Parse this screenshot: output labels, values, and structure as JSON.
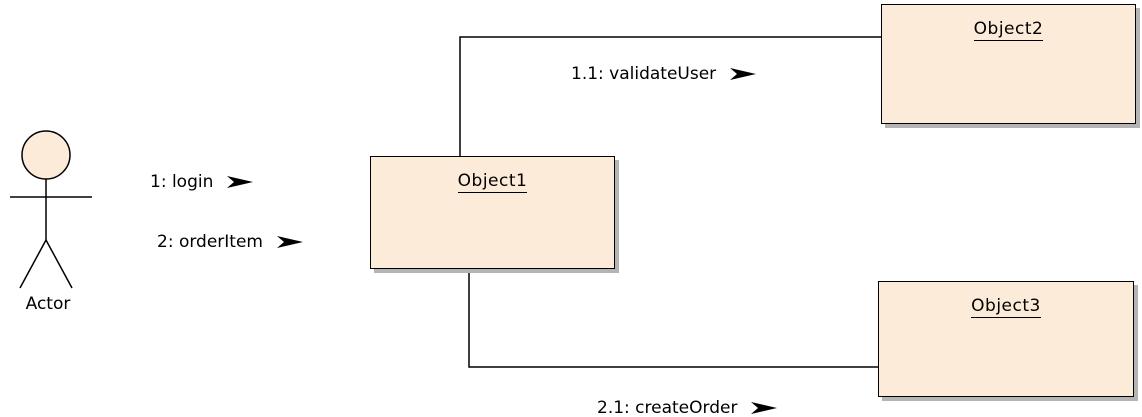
{
  "actor": {
    "label": "Actor"
  },
  "objects": {
    "object1": "Object1",
    "object2": "Object2",
    "object3": "Object3"
  },
  "messages": {
    "login": "1: login",
    "order_item": "2: orderItem",
    "validate_user": "1.1: validateUser",
    "create_order": "2.1: createOrder"
  },
  "colors": {
    "object_fill": "#fcebd9",
    "actor_head_fill": "#fcebd9",
    "shadow": "#b4b4b4",
    "line": "#000000"
  }
}
